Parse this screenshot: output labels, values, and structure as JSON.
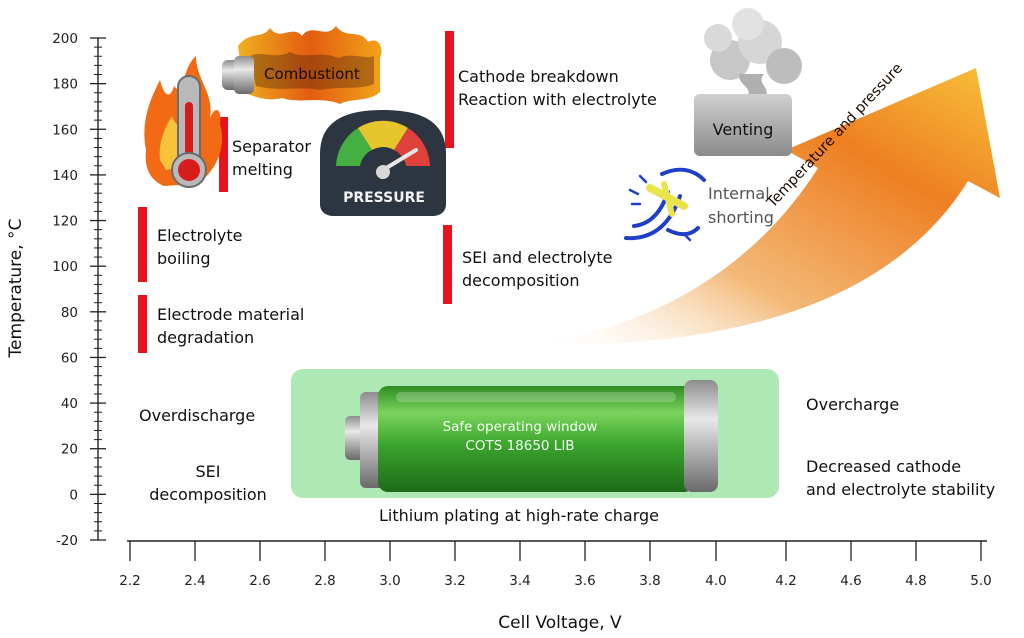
{
  "axes": {
    "y_title": "Temperature, °C",
    "x_title": "Cell Voltage, V",
    "y_ticks": [
      "200",
      "180",
      "160",
      "140",
      "120",
      "100",
      "80",
      "60",
      "40",
      "20",
      "0",
      "-20"
    ],
    "x_ticks": [
      "2.2",
      "2.4",
      "2.6",
      "2.8",
      "3.0",
      "3.2",
      "3.4",
      "3.6",
      "3.8",
      "4.0",
      "4.2",
      "4.6",
      "4.8",
      "5.0"
    ]
  },
  "events": {
    "combustion": "Combustiont",
    "separator": [
      "Separator",
      "melting"
    ],
    "pressure_gauge": "PRESSURE",
    "cathode": [
      "Cathode breakdown",
      "Reaction with electrolyte"
    ],
    "venting": "Venting",
    "internal_shorting": [
      "Internal",
      "shorting"
    ],
    "electrolyte_boiling": [
      "Electrolyte",
      "boiling"
    ],
    "electrode_degradation": [
      "Electrode material",
      "degradation"
    ],
    "sei_electrolyte": [
      "SEI and electrolyte",
      "decomposition"
    ]
  },
  "arrow_label": "Temperature and pressure",
  "regions": {
    "overdischarge": "Overdischarge",
    "sei_decomposition": [
      "SEI",
      "decomposition"
    ],
    "overcharge": "Overcharge",
    "decreased_stability": [
      "Decreased cathode",
      "and electrolyte stability"
    ],
    "lithium_plating": "Lithium plating at high-rate charge"
  },
  "battery": {
    "line1": "Safe operating window",
    "line2": "COTS 18650 LIB"
  },
  "colors": {
    "marker_red": "#e8141c",
    "safe_window": "#aee8b4",
    "battery_green": "#3aa52d",
    "arrow_orange": "#f08a24"
  }
}
